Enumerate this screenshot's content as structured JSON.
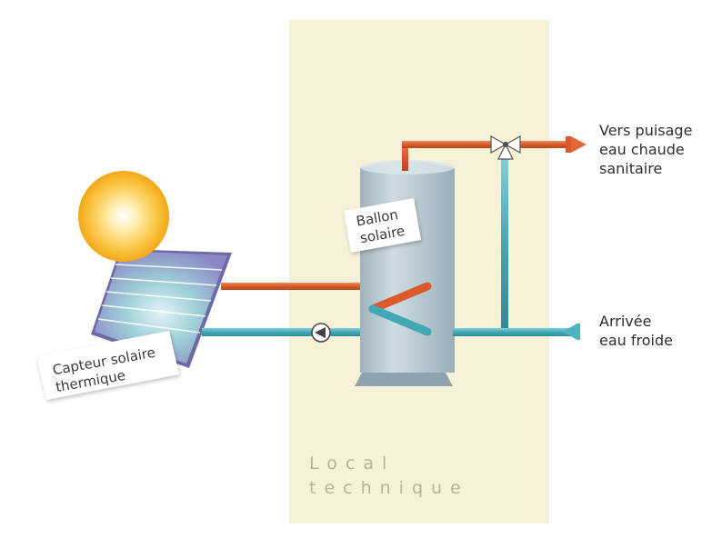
{
  "labels": {
    "local_line1": "Local",
    "local_line2": "technique",
    "ballon_line1": "Ballon",
    "ballon_line2": "solaire",
    "capteur_line1": "Capteur solaire",
    "capteur_line2": "thermique",
    "hot_line1": "Vers puisage",
    "hot_line2": "eau chaude",
    "hot_line3": "sanitaire",
    "cold_line1": "Arrivée",
    "cold_line2": "eau froide"
  },
  "colors": {
    "room": "#f7f1d8",
    "hot_pipe": "#e0673a",
    "cold_pipe": "#4fb3c0",
    "tank": "#b4c6cf",
    "sun": "#f8b62a",
    "panel": "#8aa5d2"
  }
}
